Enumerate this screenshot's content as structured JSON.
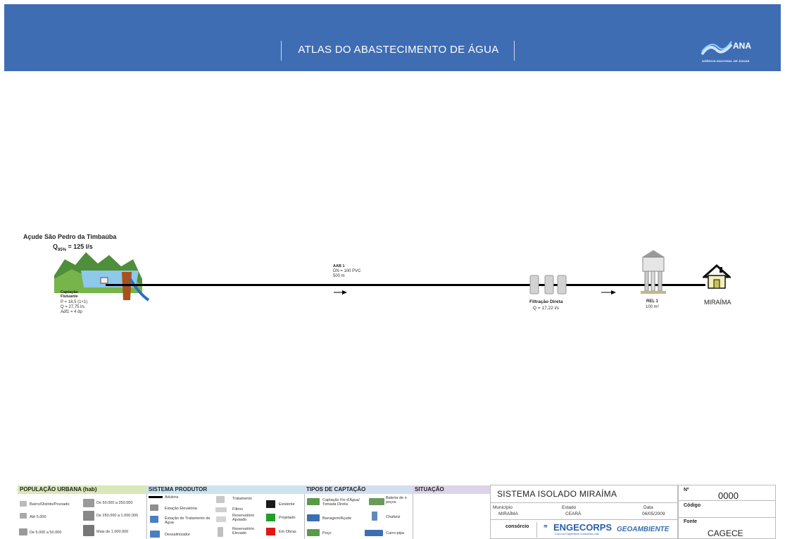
{
  "header": {
    "title": "ATLAS DO ABASTECIMENTO DE ÁGUA",
    "logo_text": "ANA",
    "logo_subtitle": "AGÊNCIA NACIONAL DE ÁGUAS"
  },
  "source": {
    "name": "Açude São Pedro da Timbaúba",
    "flow": "Q95% = 125 l/s",
    "flow_prefix": "Q",
    "flow_sub": "95%",
    "flow_suffix": " = 125 l/s"
  },
  "intake": {
    "title": "Captação Flutuante",
    "lines": [
      "P = 18,5 (1+1)",
      "Q = 27,75 l/s",
      "Adf1 = 4 dp"
    ]
  },
  "pipe": {
    "name": "AAB 1",
    "spec": "DN = 100 PVC",
    "length": "500 m"
  },
  "treatment": {
    "name": "Filtração Direta",
    "flow": "Q = 17,22 l/s"
  },
  "reservoir": {
    "name": "REL 1",
    "volume": "100 m³"
  },
  "destination": {
    "name": "MIRAÍMA"
  },
  "legend": {
    "pop": {
      "header": "POPULAÇÃO URBANA (hab)",
      "items": [
        "Bairro/Distrito/Povoado",
        "De 50.000 a 250.000",
        "Até 5.000",
        "De 250.000 a 1.000.000",
        "De 5.000 a 50.000",
        "Mais de 1.000.000"
      ]
    },
    "prod": {
      "header": "SISTEMA PRODUTOR",
      "items": [
        "Adutora",
        "Estação Elevatória",
        "Estação de Tratamento de Água",
        "Dessalinizador",
        "Tratamento",
        "Filtros",
        "Reservatório Apoiado",
        "Reservatório Elevado",
        "Existente",
        "Projetado",
        "Em Obras"
      ]
    },
    "capt": {
      "header": "TIPOS DE CAPTAÇÃO",
      "items": [
        "Captação Fio d'Água/ Tomada Direta",
        "Barragem/Açude",
        "Poço",
        "Bateria de n poços",
        "Chafariz",
        "Carro-pipa"
      ]
    },
    "sit": {
      "header": "SITUAÇÃO"
    }
  },
  "info": {
    "system": "SISTEMA ISOLADO MIRAÍMA",
    "municipio_label": "Município",
    "municipio": "MIRAÍMA",
    "estado_label": "Estado",
    "estado": "CEARÁ",
    "data_label": "Data",
    "data": "06/05/2009",
    "consorcio_label": "consórcio",
    "company1": "ENGECORPS",
    "company1_sub": "Corpo de Engenheiros Consultores Ltda",
    "company2": "GEOAMBIENTE"
  },
  "code_box": {
    "num_label": "Nº",
    "num": "0000",
    "codigo_label": "Código",
    "fonte_label": "Fonte",
    "fonte": "CAGECE"
  },
  "colors": {
    "header_bg": "#3f6db4",
    "existente": "#1a1a1a",
    "projetado": "#1fa02a",
    "em_obras": "#e01818",
    "pop_header": "#d9e8b8",
    "prod_header": "#cde4ef",
    "capt_header": "#d3dff0",
    "sit_header": "#ddd4ea"
  }
}
